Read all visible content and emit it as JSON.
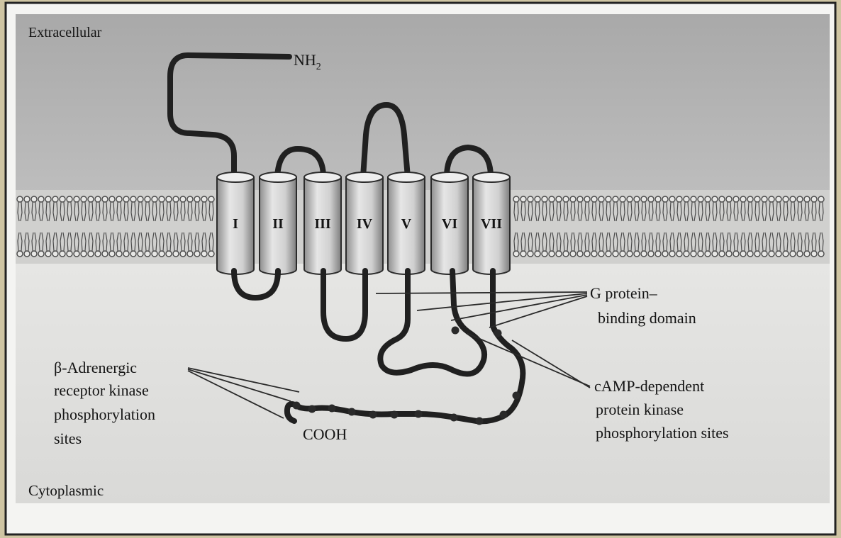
{
  "regions": {
    "extracellular": "Extracellular",
    "cytoplasmic": "Cytoplasmic"
  },
  "termini": {
    "n_terminus": "NH",
    "n_subscript": "2",
    "c_terminus": "COOH"
  },
  "helices": [
    "I",
    "II",
    "III",
    "IV",
    "V",
    "VI",
    "VII"
  ],
  "annotations": {
    "g_protein": [
      "G protein–",
      "binding domain"
    ],
    "beta_ark": [
      "β-Adrenergic",
      "receptor kinase",
      "phosphorylation",
      "sites"
    ],
    "pka": [
      "cAMP-dependent",
      "protein kinase",
      "phosphorylation sites"
    ]
  },
  "colors": {
    "page_background": "#cfc5a3",
    "frame_background": "#f4f4f2",
    "extracellular_band": "#b3b3b3",
    "cytoplasmic_band": "#e1e1df",
    "membrane": "#d0d0ce",
    "lipid_line": "#4a4a4a",
    "helix_fill": "#dcdcdc",
    "chain": "#202020"
  }
}
